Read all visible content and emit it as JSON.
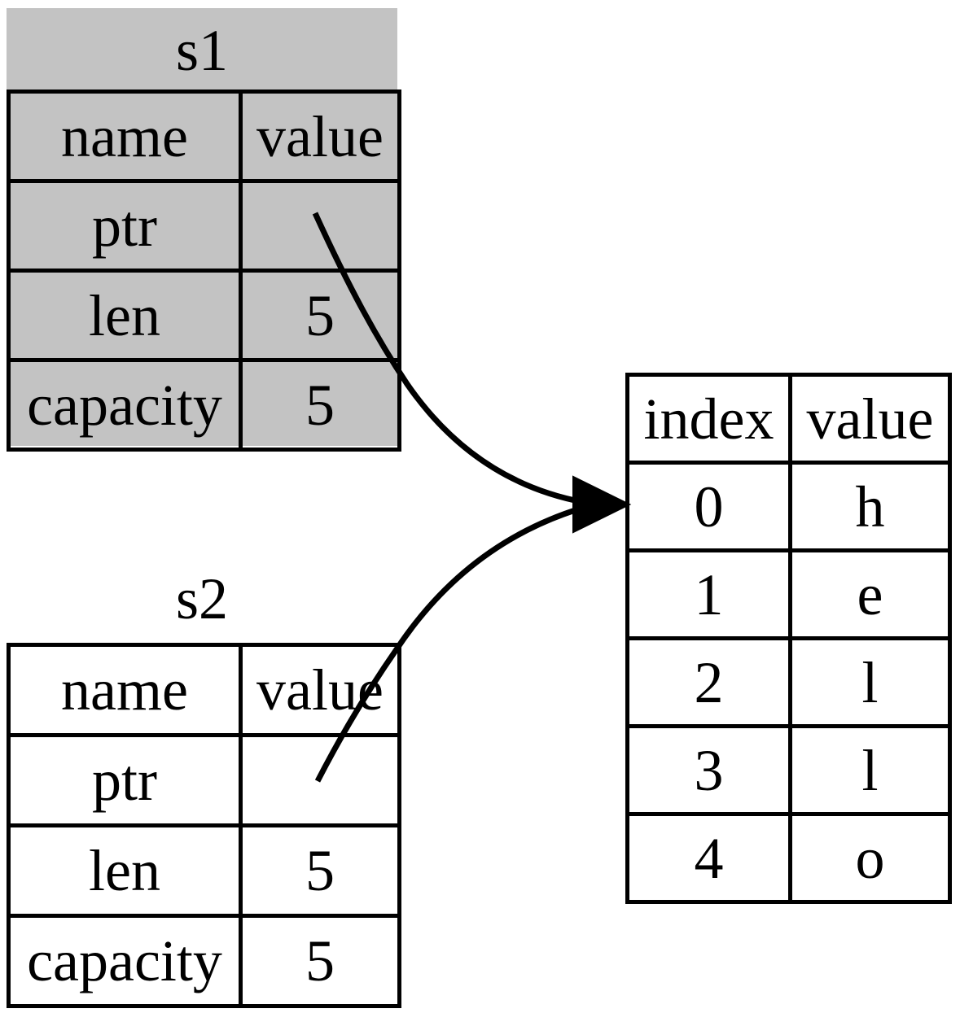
{
  "structs": {
    "s1": {
      "title": "s1",
      "grayed_out": true,
      "columns": [
        "name",
        "value"
      ],
      "rows": [
        {
          "name": "ptr",
          "value": ""
        },
        {
          "name": "len",
          "value": "5"
        },
        {
          "name": "capacity",
          "value": "5"
        }
      ]
    },
    "s2": {
      "title": "s2",
      "grayed_out": false,
      "columns": [
        "name",
        "value"
      ],
      "rows": [
        {
          "name": "ptr",
          "value": ""
        },
        {
          "name": "len",
          "value": "5"
        },
        {
          "name": "capacity",
          "value": "5"
        }
      ]
    }
  },
  "heap": {
    "columns": [
      "index",
      "value"
    ],
    "rows": [
      {
        "index": "0",
        "value": "h"
      },
      {
        "index": "1",
        "value": "e"
      },
      {
        "index": "2",
        "value": "l"
      },
      {
        "index": "3",
        "value": "l"
      },
      {
        "index": "4",
        "value": "o"
      }
    ]
  },
  "arrows": [
    {
      "from": "s1.ptr",
      "to": "heap.index.0"
    },
    {
      "from": "s2.ptr",
      "to": "heap.index.0"
    }
  ],
  "colors": {
    "grayed_struct_background": "#c3c3c3",
    "table_background": "#ffffff",
    "border": "#000000",
    "arrow": "#000000",
    "text": "#000000",
    "page_background": "#ffffff"
  }
}
